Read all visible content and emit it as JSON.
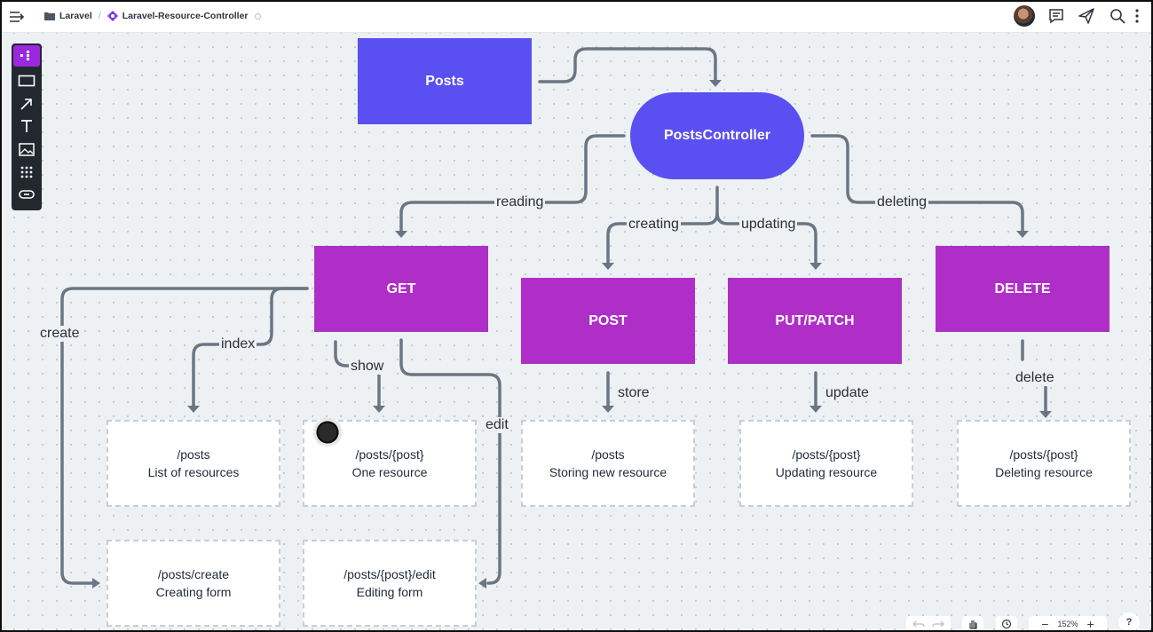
{
  "breadcrumb": {
    "workspace": "Laravel",
    "board": "Laravel-Resource-Controller"
  },
  "nodes": {
    "posts": "Posts",
    "controller": "PostsController",
    "get": "GET",
    "post": "POST",
    "put_patch": "PUT/PATCH",
    "delete": "DELETE"
  },
  "edge_labels": {
    "reading": "reading",
    "creating": "creating",
    "updating": "updating",
    "deleting": "deleting",
    "create": "create",
    "index": "index",
    "show": "show",
    "edit": "edit",
    "store": "store",
    "update": "update",
    "delete": "delete"
  },
  "cards": {
    "index": {
      "route": "/posts",
      "desc": "List of resources"
    },
    "show": {
      "route": "/posts/{post}",
      "desc": "One resource"
    },
    "store": {
      "route": "/posts",
      "desc": "Storing new resource"
    },
    "update": {
      "route": "/posts/{post}",
      "desc": "Updating resource"
    },
    "destroy": {
      "route": "/posts/{post}",
      "desc": "Deleting resource"
    },
    "create": {
      "route": "/posts/create",
      "desc": "Creating form"
    },
    "edit": {
      "route": "/posts/{post}/edit",
      "desc": "Editing form"
    }
  },
  "zoom": "152%",
  "help": "?",
  "colors": {
    "blue_node": "#5a4ff0",
    "purple_node": "#b02ec8",
    "connector": "#6b7683",
    "toolbar_active": "#9c27e0"
  },
  "icons": {
    "toolbar": [
      "select-icon",
      "rectangle-icon",
      "arrow-icon",
      "text-icon",
      "image-icon",
      "grid-icon",
      "link-icon"
    ],
    "topbar": [
      "menu-icon",
      "folder-icon",
      "board-diamond-icon",
      "comment-icon",
      "share-icon",
      "search-icon",
      "more-icon"
    ]
  }
}
